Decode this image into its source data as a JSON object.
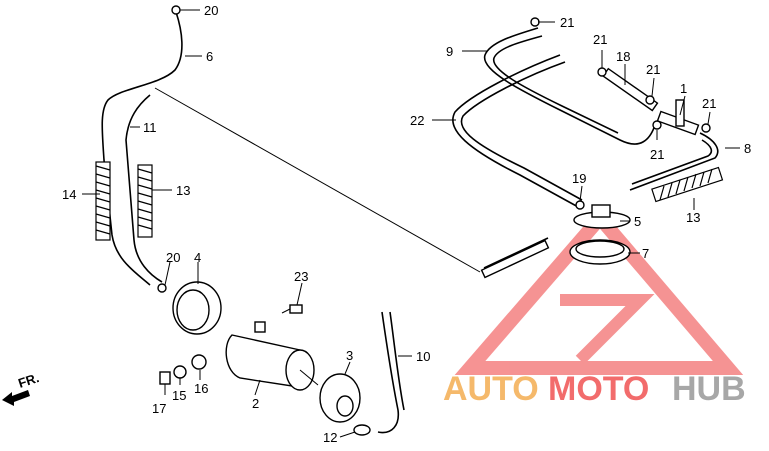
{
  "callouts": {
    "c1": "1",
    "c2": "2",
    "c3": "3",
    "c4": "4",
    "c5": "5",
    "c6": "6",
    "c7": "7",
    "c8": "8",
    "c9": "9",
    "c10": "10",
    "c11": "11",
    "c12": "12",
    "c13a": "13",
    "c13b": "13",
    "c14": "14",
    "c15": "15",
    "c16": "16",
    "c17": "17",
    "c18": "18",
    "c19": "19",
    "c20a": "20",
    "c20b": "20",
    "c21a": "21",
    "c21b": "21",
    "c21c": "21",
    "c21d": "21",
    "c21e": "21",
    "c22": "22",
    "c23": "23"
  },
  "direction_label": "FR.",
  "watermark": {
    "part1": "AUTO",
    "part2": "MOTO",
    "part3": "HUB",
    "color1": "#f2a23a",
    "color2": "#ee3b3b",
    "color3": "#8a8a8a",
    "logo_color": "#ee3b3b"
  }
}
